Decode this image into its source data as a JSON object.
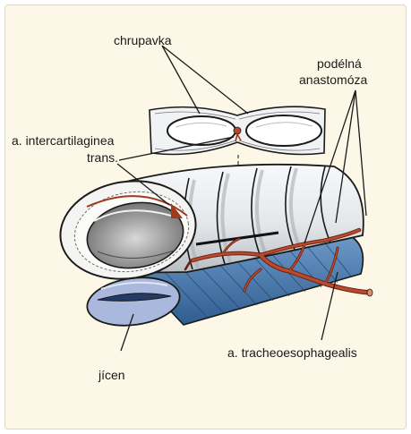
{
  "labels": {
    "chrupavka": "chrupavka",
    "podelna_1": "podélná",
    "podelna_2": "anastomóza",
    "intercart_1": "a. intercartilaginea",
    "intercart_2": "trans.",
    "tracheo": "a. tracheoesophagealis",
    "jicen": "jícen"
  },
  "colors": {
    "background": "#fdf7e8",
    "border": "#e8d9ad",
    "trachea": "#eef0f2",
    "esophagus_muscle": "#4f7fb0",
    "esophagus_end": "#aab8dd",
    "vessel": "#a0391e"
  }
}
